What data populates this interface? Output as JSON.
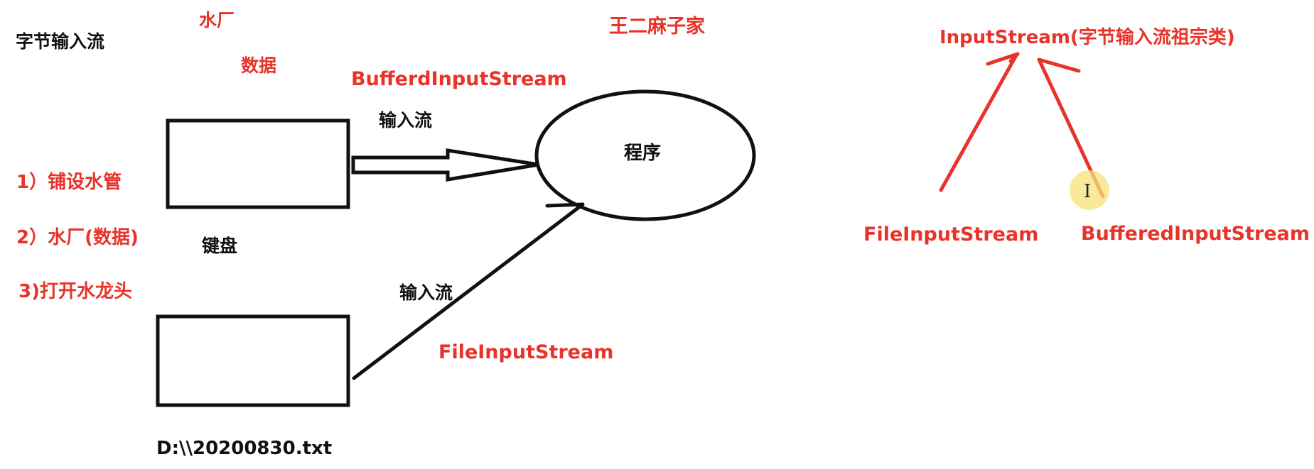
{
  "texts": {
    "title": "字节输入流",
    "waterworks": "水厂",
    "data": "数据",
    "buffered_red": "BufferdInputStream",
    "home": "王二麻子家",
    "input_stream_top": "输入流",
    "program": "程序",
    "step1": "1）铺设水管",
    "step2": "2）水厂(数据)",
    "step3": "3)打开水龙头",
    "keyboard": "键盘",
    "input_stream_bottom": "输入流",
    "file_stream_red": "FileInputStream",
    "file_path": "D:\\\\20200830.txt",
    "root_class": "InputStream(字节输入流祖宗类)",
    "child_file": "FileInputStream",
    "child_buffered": "BufferedInputStream"
  },
  "colors": {
    "black": "#111111",
    "red": "#e8332a",
    "highlight": "#f5e27a"
  },
  "icons": {
    "cursor": "i-beam-cursor-icon"
  }
}
